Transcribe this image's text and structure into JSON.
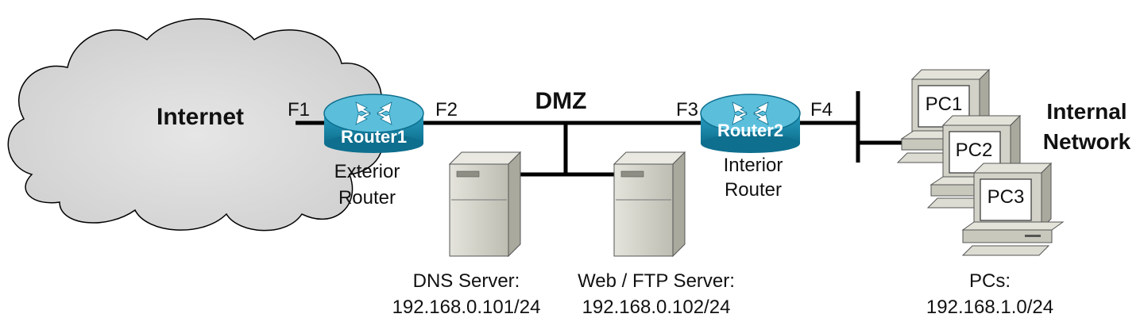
{
  "cloud": {
    "label": "Internet"
  },
  "dmz": {
    "label": "DMZ"
  },
  "routers": [
    {
      "name": "Router1",
      "caption_line1": "Exterior",
      "caption_line2": "Router",
      "port_left": "F1",
      "port_right": "F2"
    },
    {
      "name": "Router2",
      "caption_line1": "Interior",
      "caption_line2": "Router",
      "port_left": "F3",
      "port_right": "F4"
    }
  ],
  "servers": [
    {
      "role": "DNS Server:",
      "ip": "192.168.0.101/24"
    },
    {
      "role": "Web / FTP Server:",
      "ip": "192.168.0.102/24"
    }
  ],
  "internal": {
    "title_line1": "Internal",
    "title_line2": "Network",
    "pcs": [
      "PC1",
      "PC2",
      "PC3"
    ],
    "caption": "PCs:",
    "subnet": "192.168.1.0/24"
  },
  "colors": {
    "router_body": "#1f8fb0",
    "router_top": "#5bbfdc",
    "server_body": "#cdcdc2",
    "cloud_fill": "#dcdcdc",
    "link": "#000000"
  }
}
